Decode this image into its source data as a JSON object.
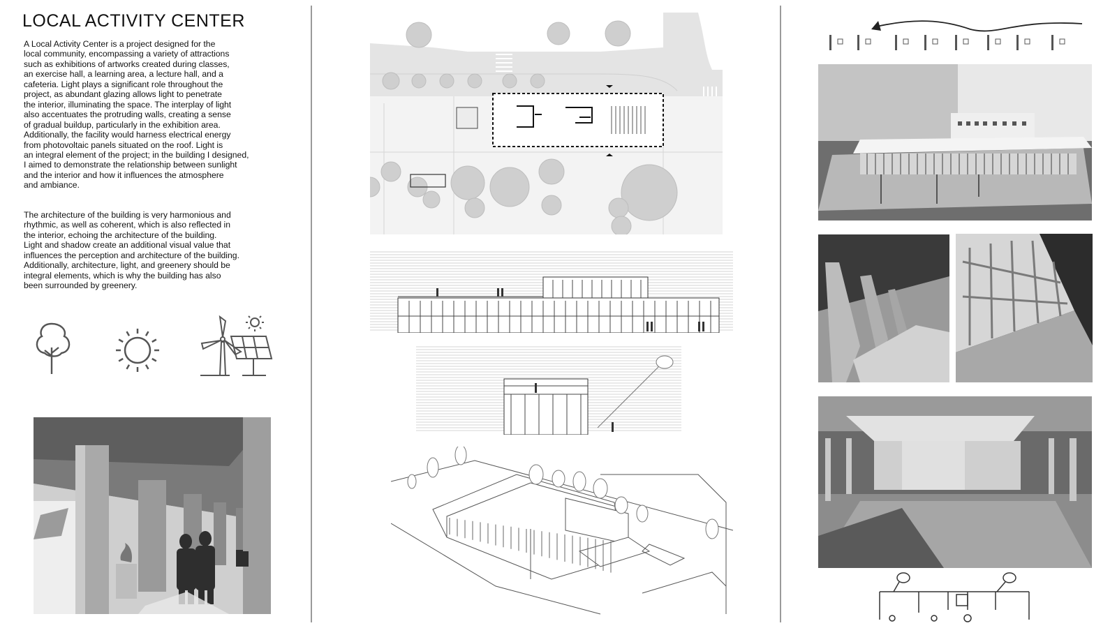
{
  "title": "LOCAL ACTIVITY CENTER",
  "paragraphs": [
    "A Local Activity Center is a project designed for the\nlocal community, encompassing a variety of attractions\nsuch as exhibitions of artworks created during classes,\n an exercise hall, a learning area, a lecture hall, and a\ncafeteria. Light plays a significant role throughout the\nproject, as abundant glazing allows light to penetrate\nthe interior, illuminating the space. The interplay of light\nalso accentuates the protruding walls, creating a sense\nof gradual buildup, particularly in the exhibition area.\nAdditionally, the facility would harness electrical energy\nfrom photovoltaic panels situated on the roof. Light is\nan integral element of the project; in the building I designed,\nI aimed to demonstrate the relationship between sunlight\nand the interior and how it influences the atmosphere\nand ambiance.",
    "The architecture of the building is very harmonious and\nrhythmic, as well as coherent, which is also reflected in\nthe interior, echoing the architecture of the building.\nLight and shadow create an additional visual value that\ninfluences the perception and architecture of the building.\nAdditionally, architecture, light, and greenery should be\nintegral elements, which is why the building has also\nbeen surrounded by greenery."
  ],
  "icons": [
    "tree-icon",
    "sun-icon",
    "wind-turbine-solar-panel-icon"
  ],
  "colors": {
    "background": "#ffffff",
    "line": "#444444",
    "rule": "#9a9a9a",
    "tree_fill": "#d9d9d9"
  }
}
